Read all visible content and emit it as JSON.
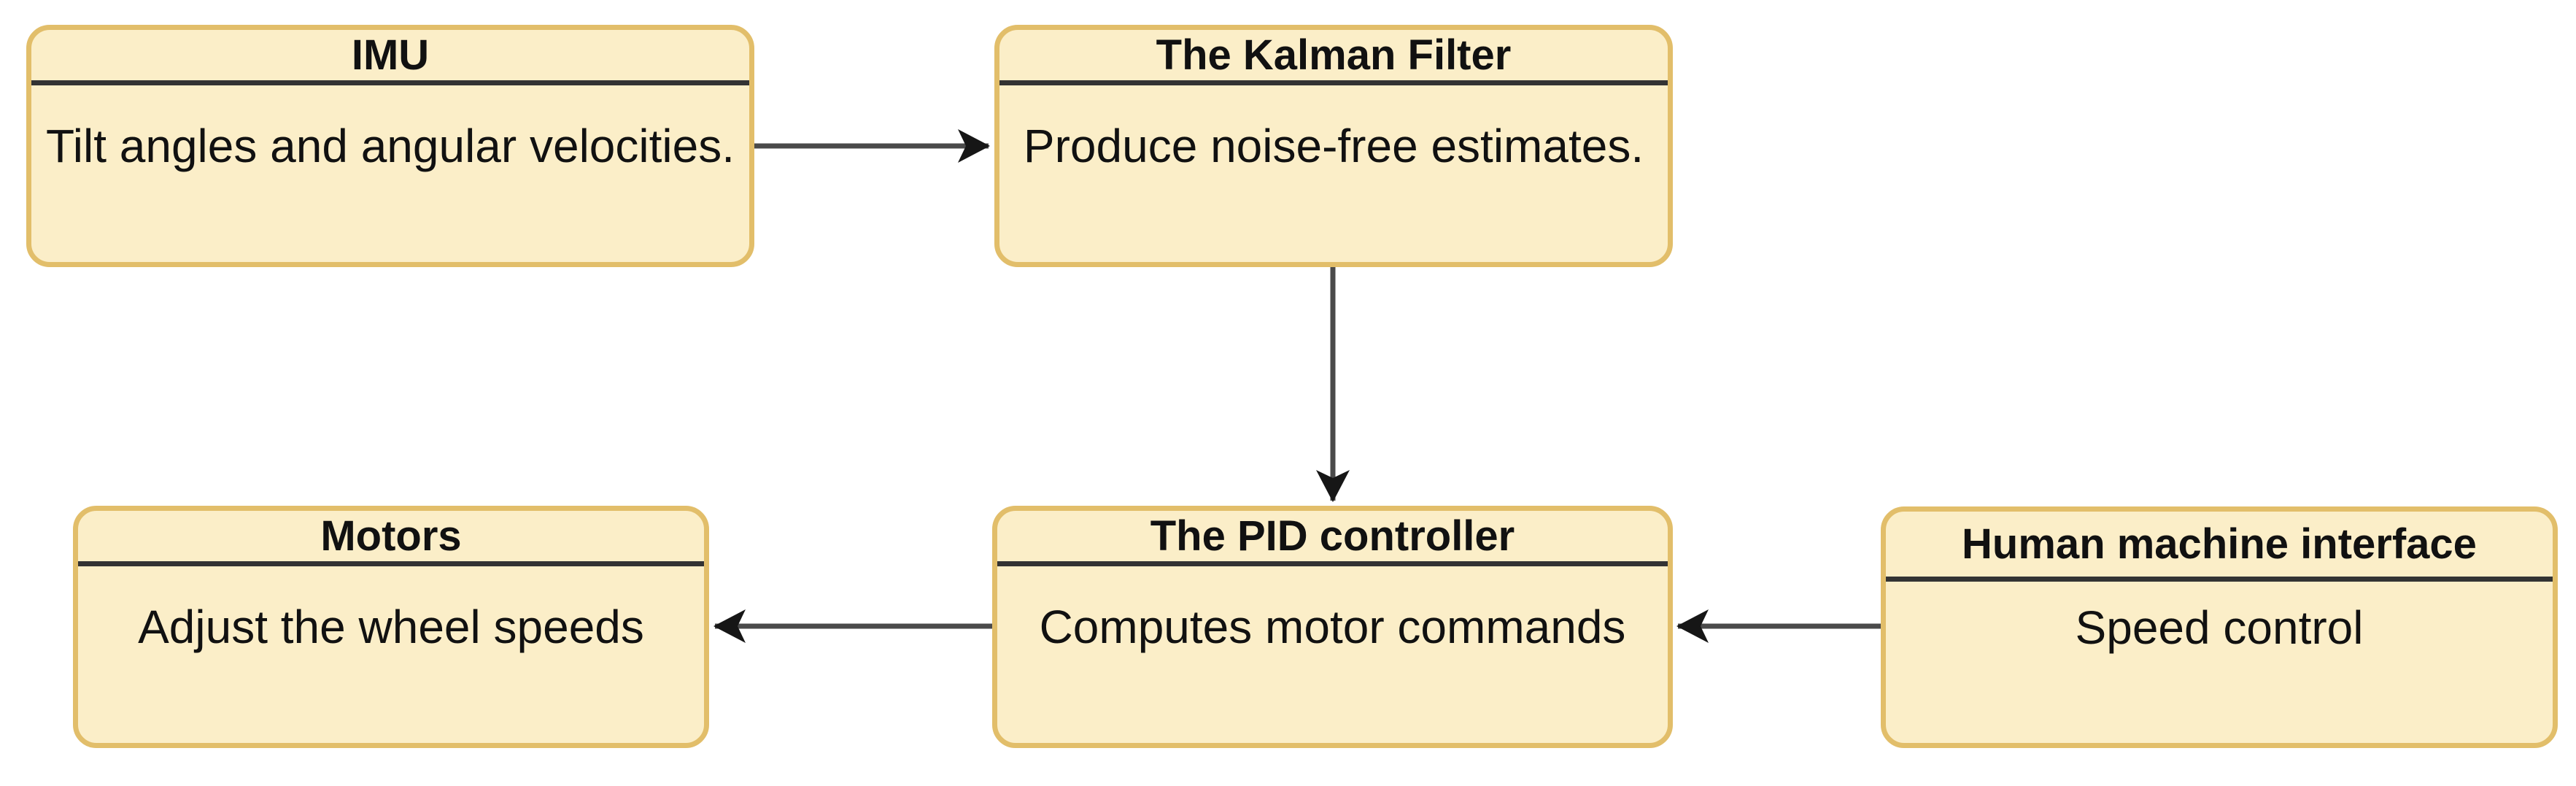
{
  "diagram": {
    "type": "flowchart",
    "nodes": [
      {
        "id": "imu",
        "title": "IMU",
        "body": "Tilt angles and angular velocities."
      },
      {
        "id": "kalman",
        "title": "The Kalman Filter",
        "body": "Produce noise-free estimates."
      },
      {
        "id": "motors",
        "title": "Motors",
        "body": "Adjust the wheel speeds"
      },
      {
        "id": "pid",
        "title": "The PID controller",
        "body": "Computes motor commands"
      },
      {
        "id": "hmi",
        "title": "Human machine interface",
        "body": "Speed control"
      }
    ],
    "edges": [
      {
        "from": "imu",
        "to": "kalman",
        "direction": "right"
      },
      {
        "from": "kalman",
        "to": "pid",
        "direction": "down"
      },
      {
        "from": "pid",
        "to": "motors",
        "direction": "left"
      },
      {
        "from": "hmi",
        "to": "pid",
        "direction": "left"
      }
    ],
    "colors": {
      "node_fill": "#FBEEC8",
      "node_border": "#E2BE6A",
      "divider": "#333333",
      "arrow_line": "#4A4A4A",
      "arrow_head": "#161616",
      "text": "#111111",
      "background": "#FFFFFF"
    }
  }
}
